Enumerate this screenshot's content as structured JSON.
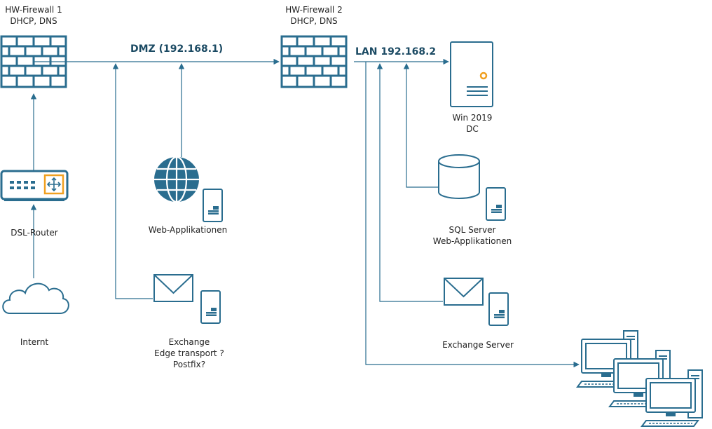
{
  "labels": {
    "fw1_line1": "HW-Firewall 1",
    "fw1_line2": "DHCP, DNS",
    "fw2_line1": "HW-Firewall 2",
    "fw2_line2": "DHCP, DNS",
    "dmz": "DMZ (192.168.1)",
    "lan": "LAN 192.168.2",
    "dsl_router": "DSL-Router",
    "internet": "Internt",
    "web_apps_dmz": "Web-Applikationen",
    "exchange_edge_1": "Exchange",
    "exchange_edge_2": "Edge transport ?",
    "exchange_edge_3": "Postfix?",
    "win_dc_1": "Win 2019",
    "win_dc_2": "DC",
    "sql_1": "SQL Server",
    "sql_2": "Web-Applikationen",
    "exchange_server": "Exchange  Server"
  },
  "icons": {
    "firewall": "firewall-icon",
    "router": "router-icon",
    "cloud": "cloud-icon",
    "globe": "globe-icon",
    "mail": "mail-icon",
    "server": "server-icon",
    "database": "database-icon",
    "workstations": "workstation-icon"
  },
  "colors": {
    "stroke": "#2a6d8f",
    "accent_orange": "#f0a020",
    "network_label": "#1b4a63"
  }
}
